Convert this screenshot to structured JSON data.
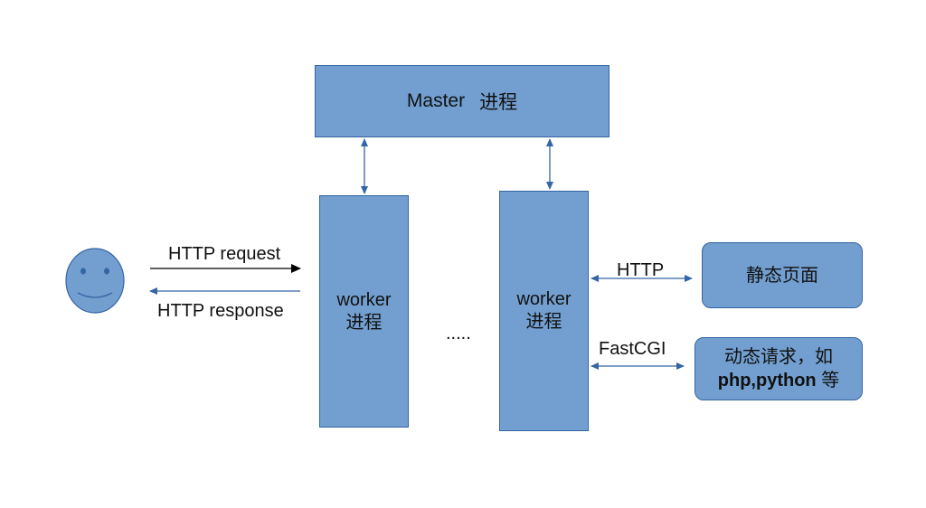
{
  "diagram": {
    "master": {
      "label_en": "Master",
      "label_zh": "进程"
    },
    "workers": [
      {
        "line1": "worker",
        "line2": "进程"
      },
      {
        "line1": "worker",
        "line2": "进程"
      }
    ],
    "ellipsis": ".....",
    "client": {
      "icon": "smiley-face-icon"
    },
    "edges": {
      "request": "HTTP request",
      "response": "HTTP response",
      "http": "HTTP",
      "fastcgi": "FastCGI"
    },
    "static_page": {
      "label": "静态页面"
    },
    "dynamic_request": {
      "line1": "动态请求，如",
      "line2_bold": "php,python",
      "line2_rest": " 等"
    }
  },
  "colors": {
    "box_fill": "#729fcf",
    "box_border": "#3465a4",
    "arrow_blue": "#3465a4",
    "arrow_black": "#000000"
  }
}
